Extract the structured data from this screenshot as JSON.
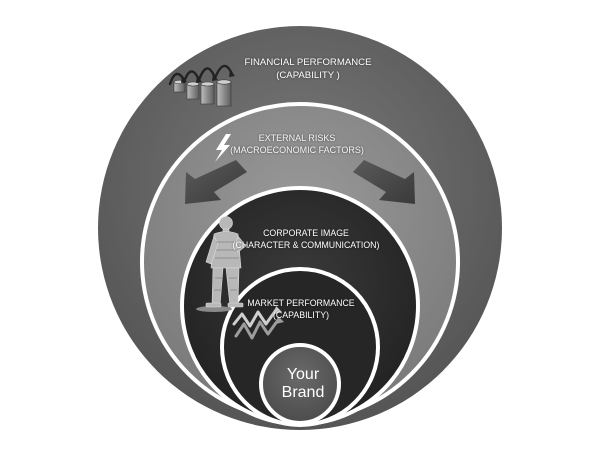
{
  "diagram": {
    "rings": [
      {
        "id": "financial-performance",
        "lines": [
          "FINANCIAL PERFORMANCE",
          "(CAPABILITY )"
        ],
        "icon": "coin-stacks-icon"
      },
      {
        "id": "external-risks",
        "lines": [
          "EXTERNAL RISKS",
          "(MACROECONOMIC FACTORS)"
        ],
        "icons": [
          "lightning-bolt-icon",
          "arrow-down-left-icon",
          "arrow-down-right-icon"
        ]
      },
      {
        "id": "corporate-image",
        "lines": [
          "CORPORATE IMAGE",
          "(CHARACTER & COMMUNICATION)"
        ],
        "icon": "businessman-figure-icon"
      },
      {
        "id": "market-performance",
        "lines": [
          "MARKET PERFORMANCE",
          "(CAPABILITY)"
        ],
        "icon": "zigzag-arrows-icon"
      },
      {
        "id": "your-brand",
        "lines": [
          "Your",
          "Brand"
        ]
      }
    ],
    "colors": {
      "outer_ring": "#626262",
      "external_ring": "#8a8a8a",
      "corporate_ring": "#2d2d2d",
      "market_ring": "#262626",
      "core": "#595959",
      "separator": "#ffffff"
    }
  }
}
